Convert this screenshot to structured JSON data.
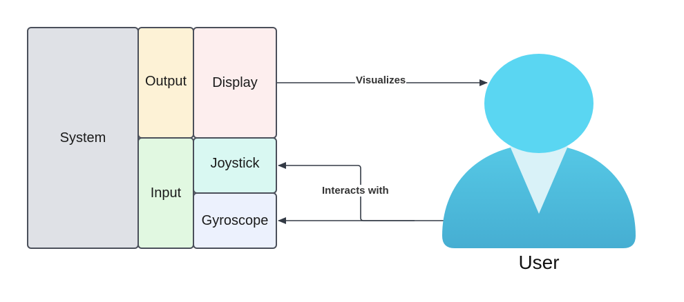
{
  "system": {
    "label": "System"
  },
  "output": {
    "label": "Output"
  },
  "input": {
    "label": "Input"
  },
  "display": {
    "label": "Display"
  },
  "joystick": {
    "label": "Joystick"
  },
  "gyroscope": {
    "label": "Gyroscope"
  },
  "edges": {
    "visualizes": "Visualizes",
    "interacts_with": "Interacts with"
  },
  "user": {
    "label": "User",
    "icon": "user-icon"
  },
  "colors": {
    "system_fill": "#dfe1e6",
    "output_fill": "#fdf2d6",
    "input_fill": "#e1f8e1",
    "display_fill": "#fdeeee",
    "joystick_fill": "#d9f8f2",
    "gyroscope_fill": "#ecf1fd",
    "border": "#4a4f5a",
    "user_head": "#5ad6f2",
    "user_body": "#4ebfdc"
  }
}
